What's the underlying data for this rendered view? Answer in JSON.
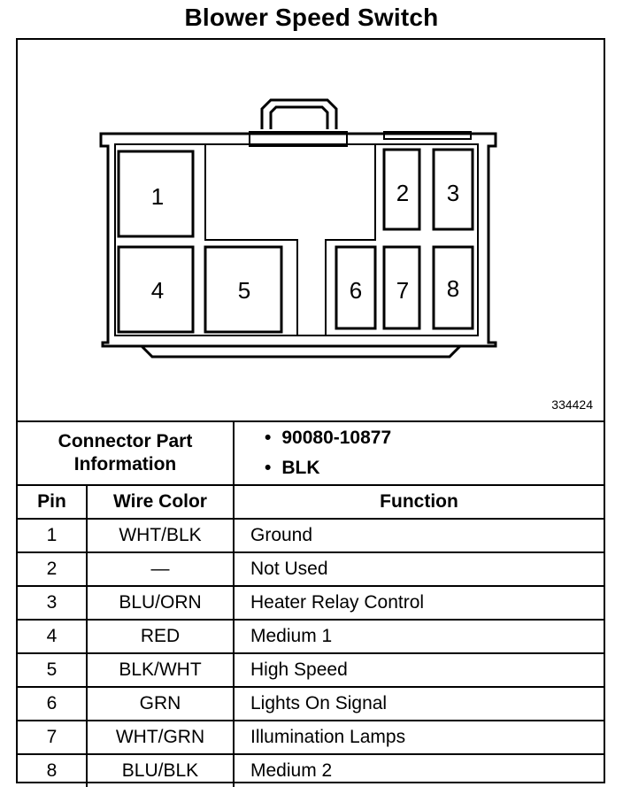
{
  "title": "Blower Speed Switch",
  "figure_number": "334424",
  "connector_info": {
    "label_line1": "Connector Part",
    "label_line2": "Information",
    "items": [
      "90080-10877",
      "BLK"
    ]
  },
  "table": {
    "headers": {
      "pin": "Pin",
      "wire_color": "Wire Color",
      "function": "Function"
    },
    "rows": [
      {
        "pin": "1",
        "wire_color": "WHT/BLK",
        "function": "Ground"
      },
      {
        "pin": "2",
        "wire_color": "—",
        "function": "Not Used"
      },
      {
        "pin": "3",
        "wire_color": "BLU/ORN",
        "function": "Heater Relay Control"
      },
      {
        "pin": "4",
        "wire_color": "RED",
        "function": "Medium 1"
      },
      {
        "pin": "5",
        "wire_color": "BLK/WHT",
        "function": "High Speed"
      },
      {
        "pin": "6",
        "wire_color": "GRN",
        "function": "Lights On Signal"
      },
      {
        "pin": "7",
        "wire_color": "WHT/GRN",
        "function": "Illumination Lamps"
      },
      {
        "pin": "8",
        "wire_color": "BLU/BLK",
        "function": "Medium 2"
      }
    ]
  },
  "connector_pins": [
    "1",
    "2",
    "3",
    "4",
    "5",
    "6",
    "7",
    "8"
  ]
}
